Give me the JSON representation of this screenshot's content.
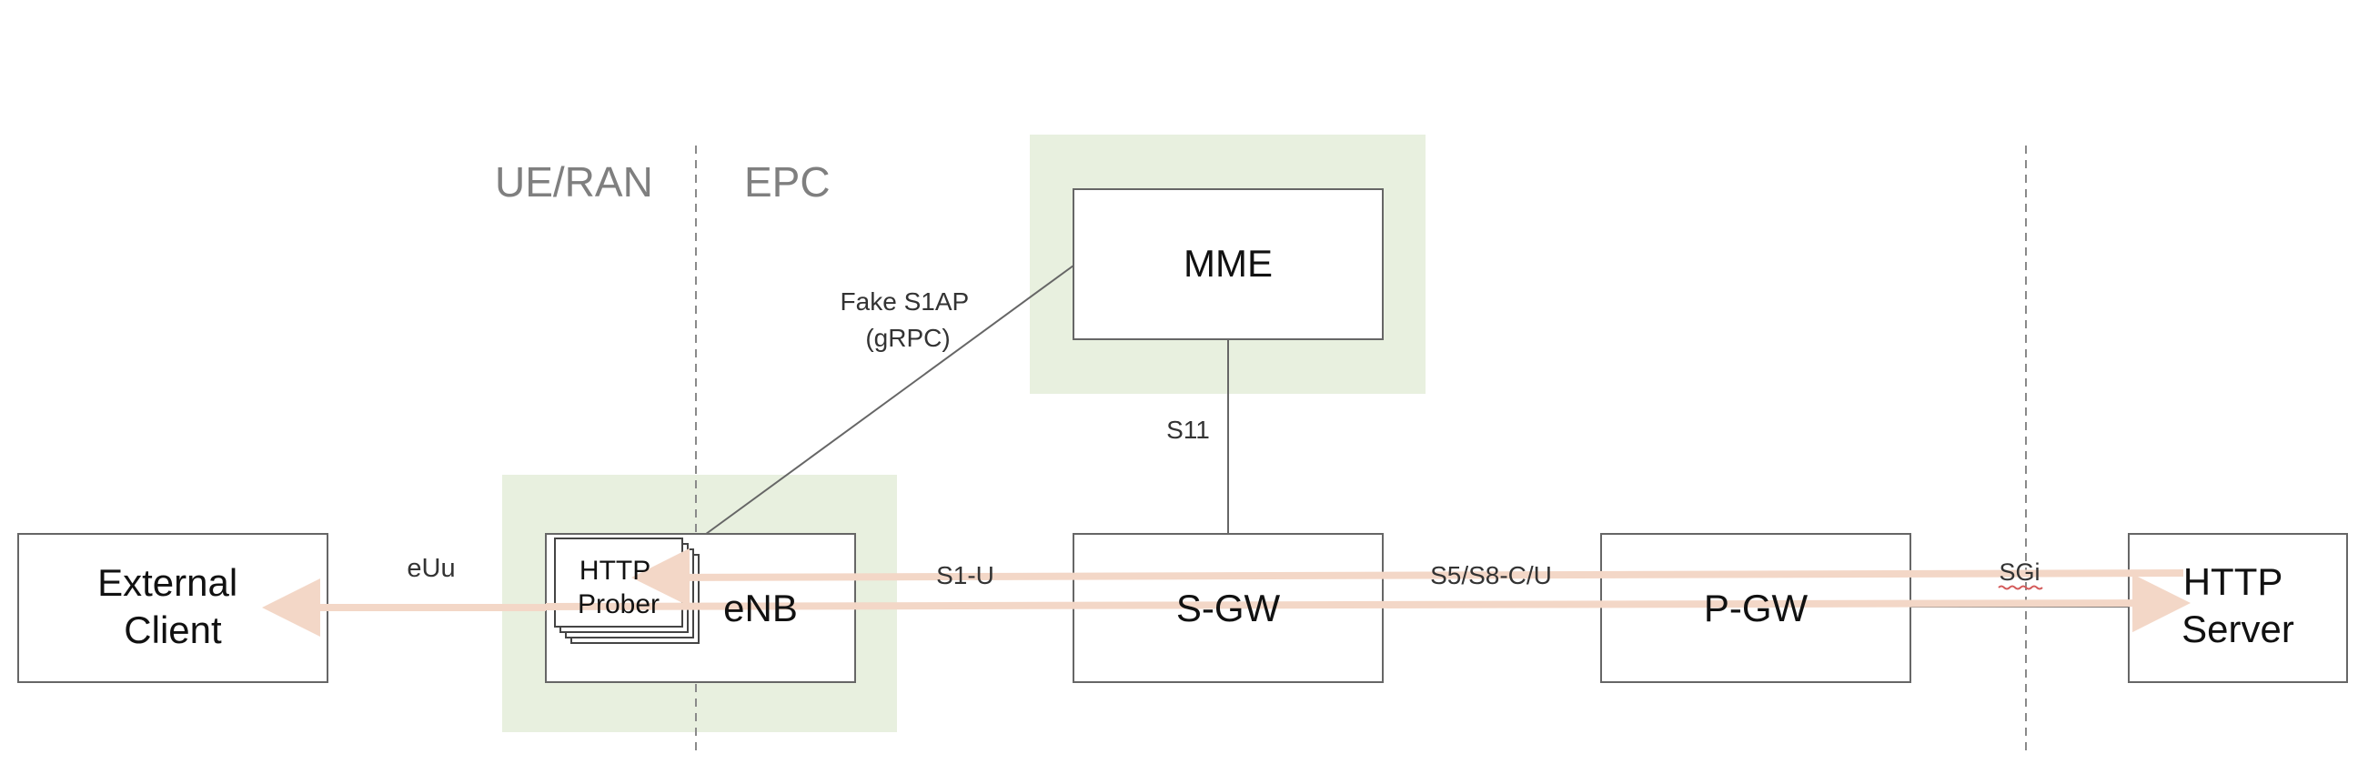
{
  "regions": {
    "ue_ran": "UE/RAN",
    "epc": "EPC"
  },
  "nodes": {
    "external_client": [
      "External",
      "Client"
    ],
    "http_prober": [
      "HTTP",
      "Prober"
    ],
    "enb": "eNB",
    "mme": "MME",
    "sgw": "S-GW",
    "pgw": "P-GW",
    "http_server": [
      "HTTP",
      "Server"
    ]
  },
  "links": {
    "euu": "eUu",
    "fake_s1ap": [
      "Fake S1AP",
      "(gRPC)"
    ],
    "s11": "S11",
    "s1u": "S1-U",
    "s5s8": "S5/S8-C/U",
    "sgi": "SGi"
  },
  "colors": {
    "highlight_fill": "#e8f0df",
    "box_stroke": "#666666",
    "traffic_arrow": "#f3d7c7",
    "divider": "#8a8a8a"
  }
}
